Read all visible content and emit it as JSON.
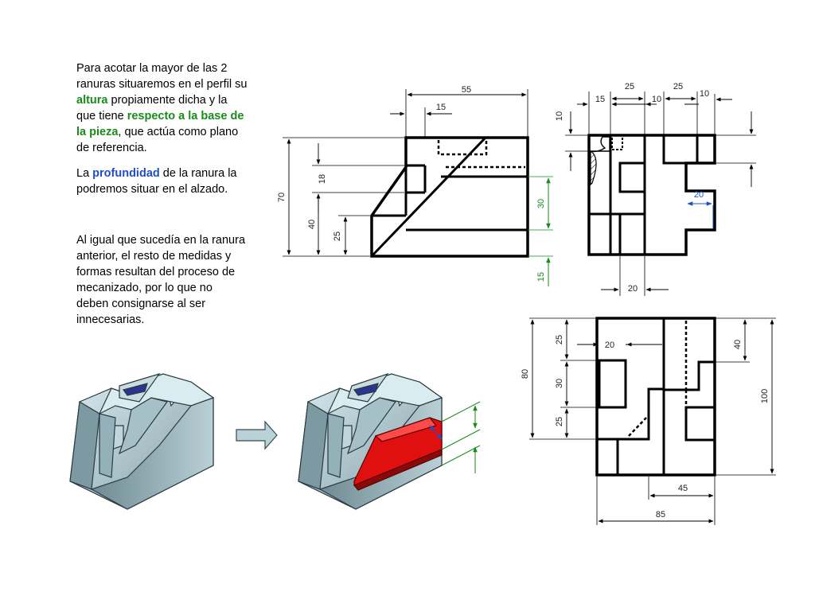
{
  "text": {
    "p1_a": "Para acotar la mayor de las 2 ranuras situaremos en el perfil su ",
    "p1_b": "altura",
    "p1_c": " propiamente dicha y la que tiene ",
    "p1_d": "respecto a la base de la pieza",
    "p1_e": ", que actúa como plano de referencia.",
    "p2_a": "La ",
    "p2_b": "profundidad",
    "p2_c": " de la ranura la podremos situar en el alzado.",
    "p3": "Al igual que sucedía en la ranura anterior, el resto de medidas y formas resultan del proceso de mecanizado, por lo que no deben consignarse al ser innecesarias."
  },
  "dims": {
    "front_55": "55",
    "front_15": "15",
    "front_70": "70",
    "front_18": "18",
    "front_40": "40",
    "front_25": "25",
    "front_30": "30",
    "front_15b": "15",
    "side_25a": "25",
    "side_25b": "25",
    "side_15": "15",
    "side_10a": "10",
    "side_10b": "10",
    "side_10c": "10",
    "side_20": "20",
    "side_20b": "20",
    "top_25a": "25",
    "top_30": "30",
    "top_25b": "25",
    "top_80": "80",
    "top_20": "20",
    "top_40": "40",
    "top_100": "100",
    "top_45": "45",
    "top_85": "85"
  },
  "colors": {
    "accent_green": "#1a8a1a",
    "accent_blue": "#1f4fc8",
    "slot_red": "#e01010",
    "piece": "#a9c4cc"
  }
}
